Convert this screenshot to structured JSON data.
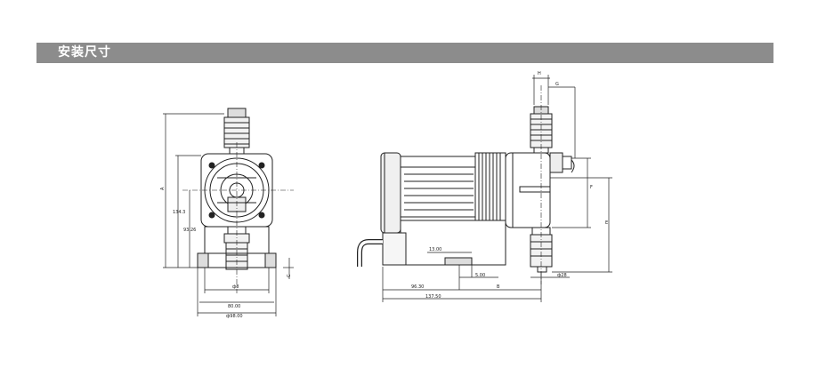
{
  "section": {
    "title": "安装尺寸"
  },
  "front_view": {
    "dims": {
      "A": "A",
      "h134": "134.3",
      "h93": "93.26",
      "C": "C",
      "w8": "ф8",
      "w80": "80.00",
      "w98": "ф98.00"
    }
  },
  "side_view": {
    "dims": {
      "H": "H",
      "G": "G",
      "F": "F",
      "E": "E",
      "d13": "13.00",
      "d5": "5.00",
      "d28": "ф28",
      "d96": "96.30",
      "B": "B",
      "d137": "137.50"
    }
  },
  "colors": {
    "bar": "#8c8c8c",
    "line": "#222222"
  }
}
